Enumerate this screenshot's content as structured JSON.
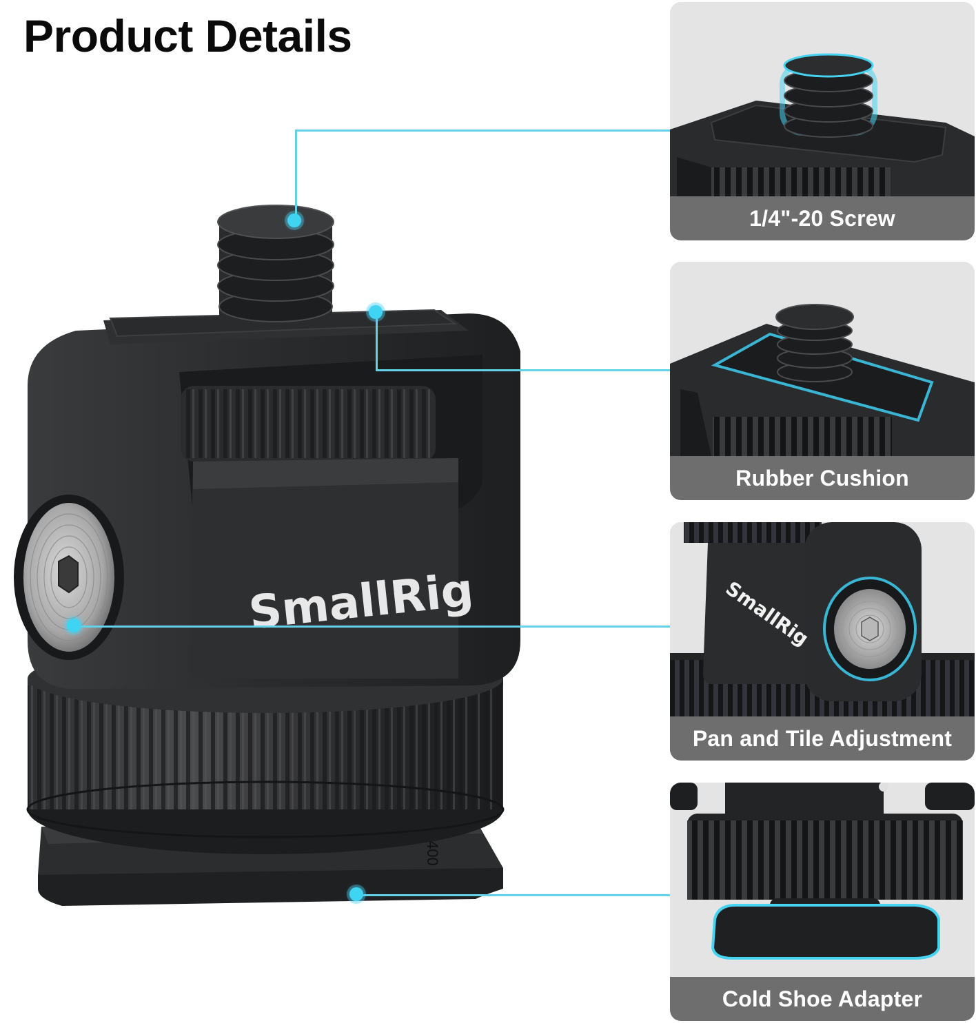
{
  "page": {
    "title": "Product Details",
    "brand_mark": "SmallRig",
    "base_marking": "400"
  },
  "colors": {
    "accent_line": "#62d3e6",
    "accent_dot": "#3fd4f2",
    "caption_bg": "#6e6e6e",
    "card_bg": "#e6e6e6",
    "product_body": "#2b2c2e"
  },
  "callouts": [
    {
      "id": "screw",
      "label": "1/4\"-20 Screw"
    },
    {
      "id": "cushion",
      "label": "Rubber Cushion"
    },
    {
      "id": "pan-tilt",
      "label": "Pan and Tile Adjustment"
    },
    {
      "id": "cold-shoe",
      "label": "Cold Shoe Adapter"
    }
  ]
}
